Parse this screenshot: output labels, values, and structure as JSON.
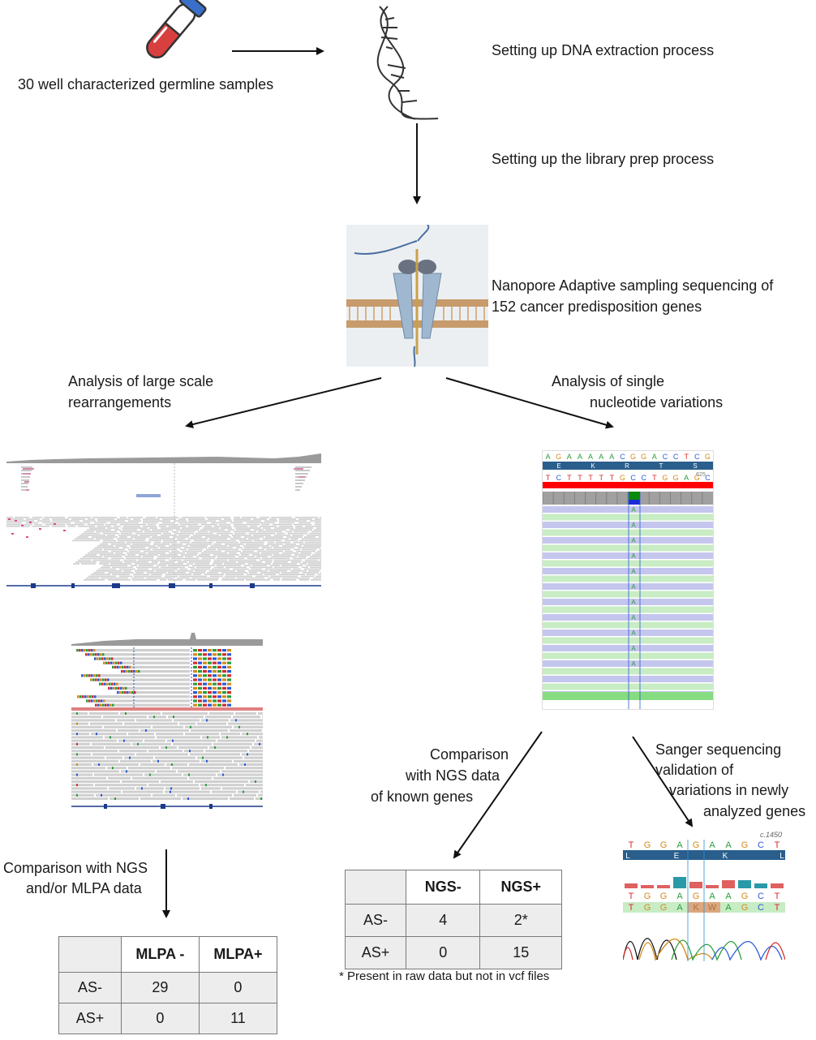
{
  "steps": {
    "samples": "30 well characterized germline samples",
    "dna_extraction": "Setting up DNA extraction process",
    "library_prep": "Setting up the library prep process",
    "sequencing_line1": "Nanopore Adaptive sampling sequencing of",
    "sequencing_line2": "152 cancer predisposition genes",
    "large_scale_line1": "Analysis of large scale",
    "large_scale_line2": "rearrangements",
    "snv_line1": "Analysis of single",
    "snv_line2": "nucleotide variations",
    "mlpa_cmp_line1": "Comparison with NGS",
    "mlpa_cmp_line2": "and/or MLPA data",
    "ngs_cmp_line1": "Comparison",
    "ngs_cmp_line2": "with NGS data",
    "ngs_cmp_line3": "of known genes",
    "sanger_line1": "Sanger sequencing",
    "sanger_line2": "validation of",
    "sanger_line3": "variations in newly",
    "sanger_line4": "analyzed genes"
  },
  "mlpa_table": {
    "col1": "MLPA -",
    "col2": "MLPA+",
    "rows": [
      {
        "label": "AS-",
        "v1": "29",
        "v2": "0"
      },
      {
        "label": "AS+",
        "v1": "0",
        "v2": "11"
      }
    ]
  },
  "ngs_table": {
    "col1": "NGS-",
    "col2": "NGS+",
    "rows": [
      {
        "label": "AS-",
        "v1": "4",
        "v2": "2*"
      },
      {
        "label": "AS+",
        "v1": "0",
        "v2": "15"
      }
    ],
    "footnote": "* Present in raw data but not in vcf files"
  },
  "snv_viewer": {
    "ref_bases": [
      "A",
      "G",
      "A",
      "A",
      "A",
      "A",
      "A",
      "C",
      "G",
      "G",
      "A",
      "C",
      "C",
      "T",
      "C",
      "G"
    ],
    "amino_acids": [
      "E",
      "K",
      "R",
      "T",
      "S"
    ],
    "position": "625",
    "comp_bases": [
      "T",
      "C",
      "T",
      "T",
      "T",
      "T",
      "T",
      "G",
      "C",
      "C",
      "T",
      "G",
      "G",
      "A",
      "G",
      "C"
    ],
    "alt_base": "A"
  },
  "sanger": {
    "position": "c.1450",
    "ref_bases": [
      "T",
      "G",
      "G",
      "A",
      "G",
      "A",
      "A",
      "G",
      "C",
      "T"
    ],
    "amino_acids": [
      "L",
      "E",
      "K",
      "L"
    ],
    "seq1": [
      "T",
      "G",
      "G",
      "A",
      "G",
      "A",
      "A",
      "G",
      "C",
      "T"
    ],
    "seq2": [
      "T",
      "G",
      "G",
      "A",
      "K",
      "W",
      "A",
      "G",
      "C",
      "T"
    ]
  },
  "colors": {
    "tube": "#d8403f",
    "cap": "#3a6fc9",
    "arrow": "#111111",
    "table_header": "#ffffff",
    "table_cell": "#ededed"
  }
}
